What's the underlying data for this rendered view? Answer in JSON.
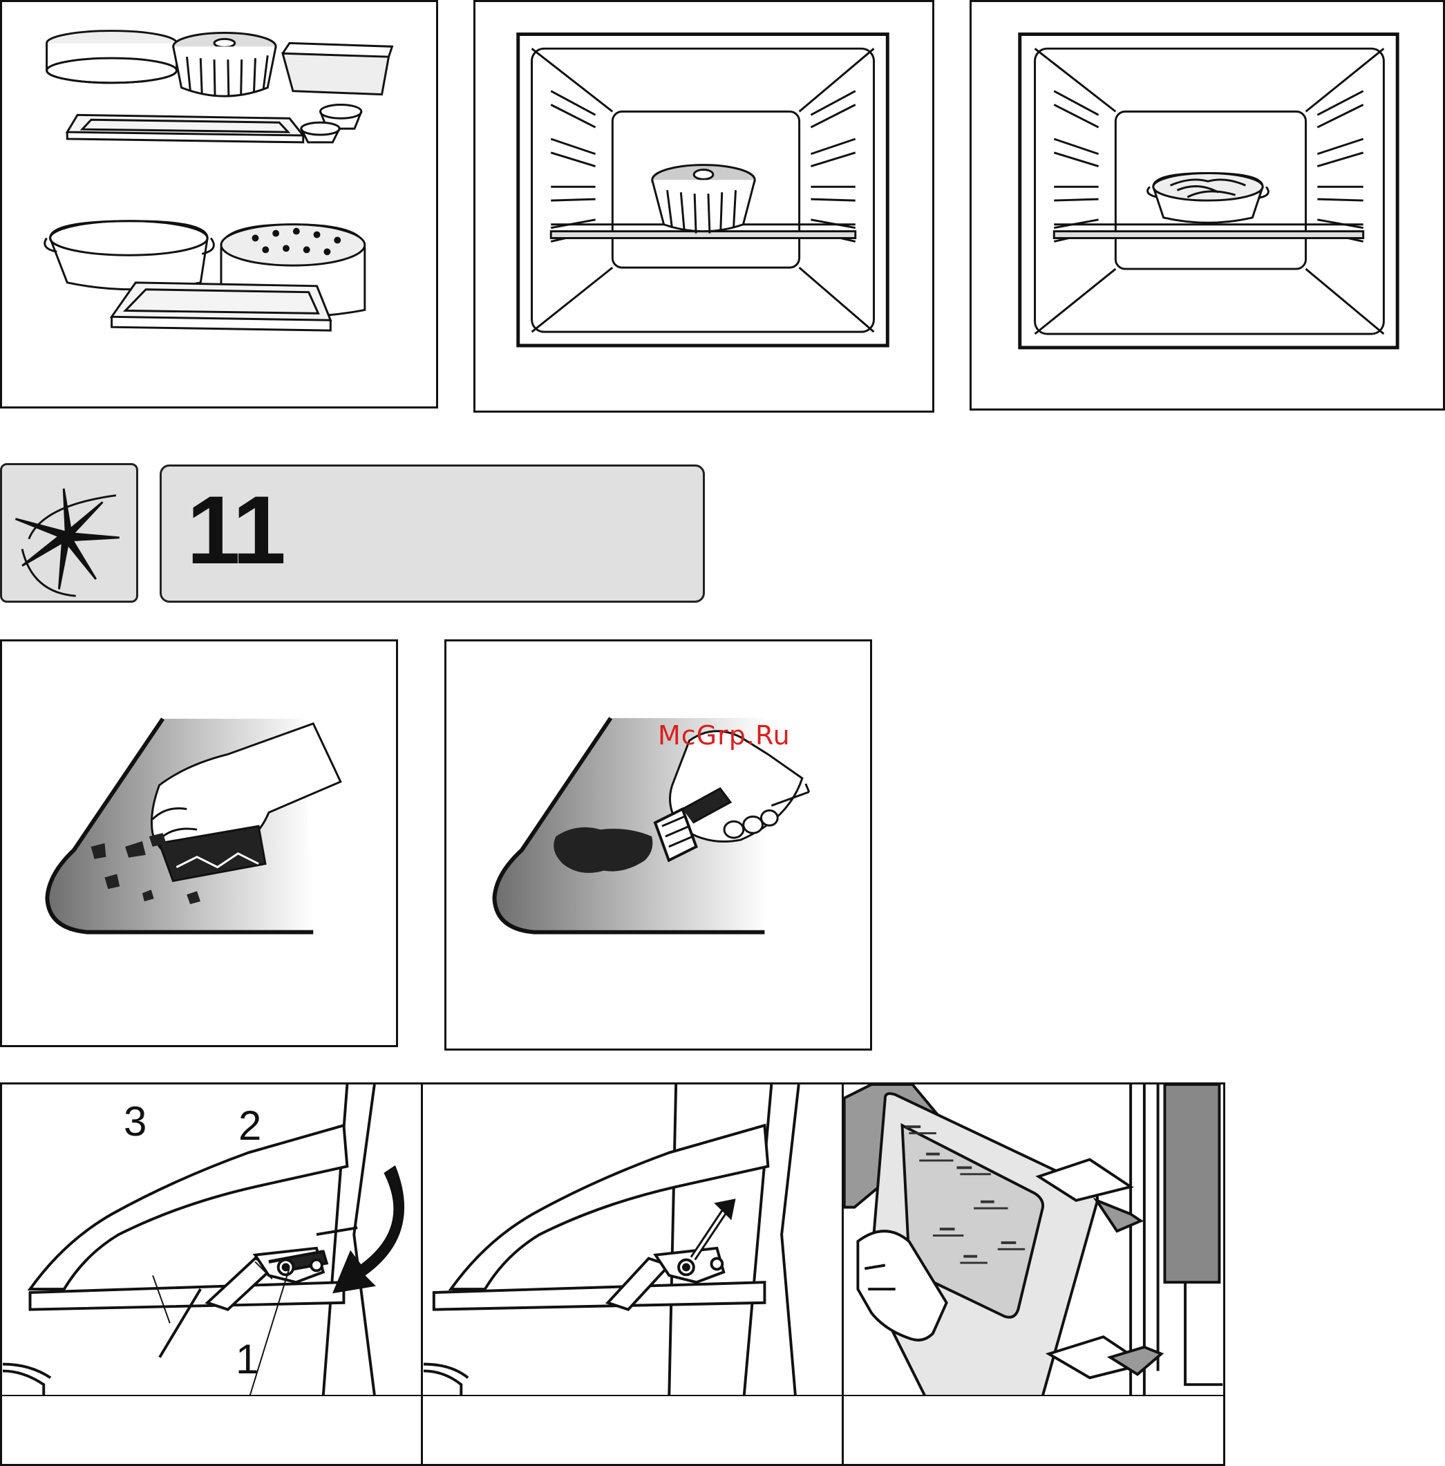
{
  "section": {
    "number": "11",
    "icon": "sparkle-cleaning-icon"
  },
  "watermark": "McGrp.Ru",
  "callouts": {
    "label_1": "1",
    "label_2": "2",
    "label_3": "3"
  },
  "colors": {
    "header_fill": "#e0e0e0",
    "watermark": "#d9201e",
    "line": "#111111"
  }
}
